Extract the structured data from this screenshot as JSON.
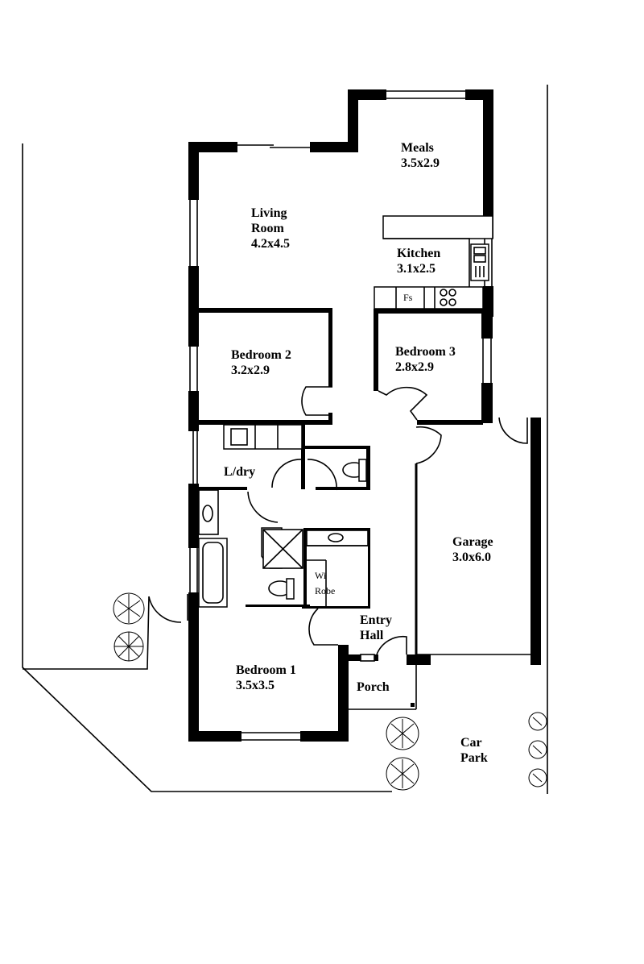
{
  "title": "Floor Plan",
  "rooms": {
    "meals": {
      "line1": "Meals",
      "size": "3.5x2.9"
    },
    "living": {
      "line1": "Living",
      "line2": "Room",
      "size": "4.2x4.5"
    },
    "kitchen": {
      "line1": "Kitchen",
      "size": "3.1x2.5"
    },
    "bedroom2": {
      "line1": "Bedroom 2",
      "size": "3.2x2.9"
    },
    "bedroom3": {
      "line1": "Bedroom 3",
      "size": "2.8x2.9"
    },
    "laundry": {
      "line1": "L/dry"
    },
    "garage": {
      "line1": "Garage",
      "size": "3.0x6.0"
    },
    "wirobe": {
      "line1": "Wi",
      "line2": "Robe"
    },
    "entry": {
      "line1": "Entry",
      "line2": "Hall"
    },
    "bedroom1": {
      "line1": "Bedroom 1",
      "size": "3.5x3.5"
    },
    "porch": {
      "line1": "Porch"
    },
    "carpark": {
      "line1": "Car",
      "line2": "Park"
    }
  },
  "fixtures": {
    "fridge_space": "Fs"
  }
}
